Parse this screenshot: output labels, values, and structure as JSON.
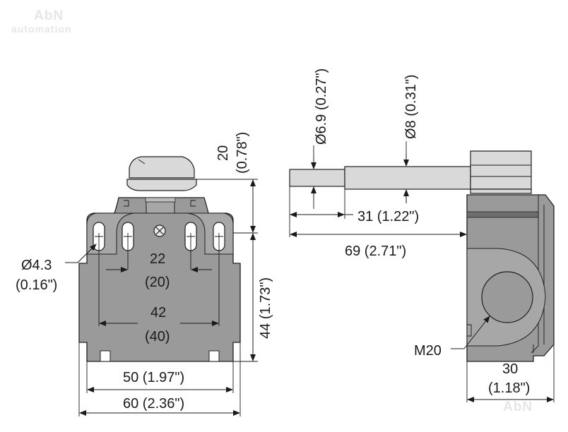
{
  "watermark": {
    "brand": "AbN",
    "sub": "automation"
  },
  "front_view": {
    "width_outer": "60 (2.36\")",
    "width_mounting": "50 (1.97\")",
    "height": "44 (1.73\")",
    "plunger_height": "20",
    "plunger_height_in": "(0.78\")",
    "hole_diameter": "Ø4.3",
    "hole_diameter_in": "(0.16\")",
    "inner_pitch": "22",
    "inner_pitch_alt": "(20)",
    "outer_pitch": "42",
    "outer_pitch_alt": "(40)"
  },
  "side_view": {
    "rod_small_diameter": "Ø6.9 (0.27\")",
    "rod_large_diameter": "Ø8 (0.31\")",
    "rod_step_length": "31 (1.22\")",
    "rod_total_length": "69 (2.71\")",
    "conduit_thread": "M20",
    "depth": "30",
    "depth_in": "(1.18\")"
  },
  "colors": {
    "body": "#9a9a9a",
    "head": "#d9d9d9",
    "line": "#1a1a1a"
  },
  "icons": {
    "screw": "screw-head-icon"
  }
}
